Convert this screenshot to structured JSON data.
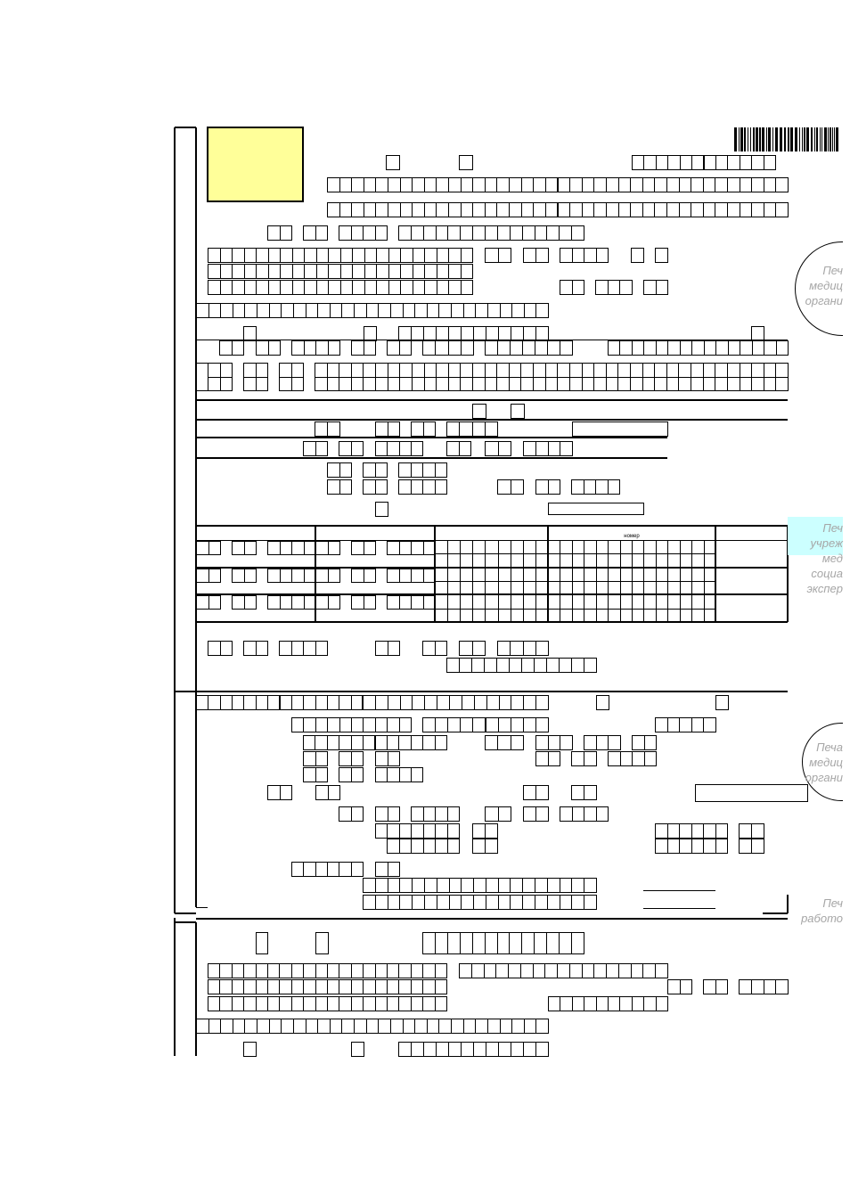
{
  "stamps": {
    "medical_org_top": [
      "Печ",
      "медиц",
      "органи"
    ],
    "expert_institution": [
      "Печ",
      "учреж",
      "мед",
      "социа",
      "экспер"
    ],
    "medical_org_bottom": [
      "Печа",
      "медиц",
      "органи"
    ],
    "employer": [
      "Печ",
      "работо"
    ]
  },
  "table": {
    "column_header": "номер"
  },
  "colors": {
    "photo_box": "#ffff99",
    "stamp_area": "#ccffff",
    "stamp_text": "#a6a6a6",
    "lines": "#000000"
  }
}
